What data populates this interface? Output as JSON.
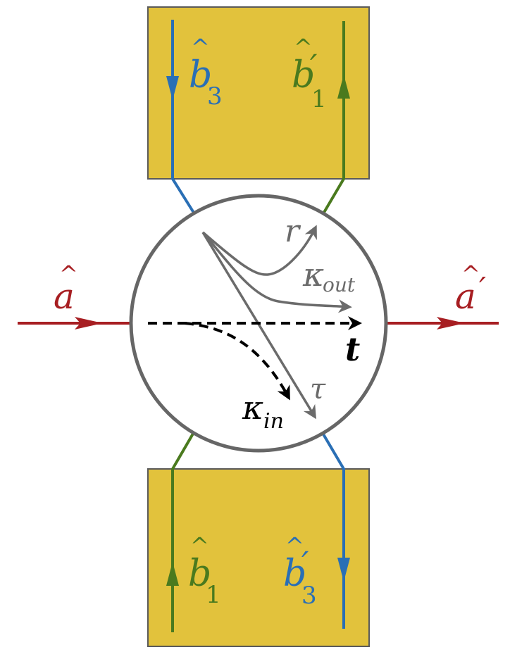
{
  "colors": {
    "box_fill": "#E2C23C",
    "box_stroke": "#5a5a5a",
    "circle_stroke": "#666666",
    "red": "#A71E22",
    "blue": "#2A6FB5",
    "green": "#4A7A1E",
    "gray": "#6b6b6b",
    "black": "#000000"
  },
  "labels": {
    "a_in": {
      "base": "a",
      "hat": "^"
    },
    "a_out": {
      "base": "a",
      "hat": "^",
      "prime": "′"
    },
    "b3_top": {
      "base": "b",
      "hat": "^",
      "sub": "3"
    },
    "b1p_top": {
      "base": "b",
      "hat": "^",
      "sub": "1",
      "prime": "′"
    },
    "b1_bottom": {
      "base": "b",
      "hat": "^",
      "sub": "1"
    },
    "b3p_bottom": {
      "base": "b",
      "hat": "^",
      "sub": "3",
      "prime": "′"
    },
    "r": "r",
    "kappa_out": {
      "base": "κ",
      "sub": "out"
    },
    "t": "t",
    "tau": "τ",
    "kappa_in": {
      "base": "κ",
      "sub": "in"
    }
  }
}
